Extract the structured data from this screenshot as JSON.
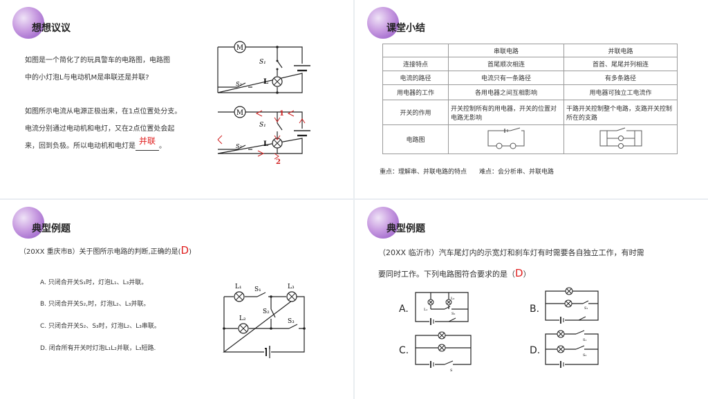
{
  "slide1": {
    "title": "想想议议",
    "para1_l1": "如图是一个简化了的玩具警车的电路图，电路图",
    "para1_l2": "中的小灯泡L与电动机M是串联还是并联?",
    "para2_l1": "如图所示电流从电源正极出来，在1点位置处分支。",
    "para2_l2": "电流分别通过电动机和电灯，又在2点位置处会起",
    "para2_l3_a": "来，回到负极。所以电动机和电灯是",
    "para2_answer": "并联",
    "para2_l3_b": "。",
    "fig_m": "M",
    "fig_s1": "S₁",
    "fig_s2": "S₂",
    "fig_l": "L",
    "fig_point1": "1",
    "fig_point2": "2"
  },
  "slide2": {
    "title": "课堂小结",
    "table": {
      "headers": [
        "",
        "串联电路",
        "并联电路"
      ],
      "rows": [
        [
          "连接特点",
          "首尾顺次相连",
          "首首、尾尾并列相连"
        ],
        [
          "电流的路径",
          "电流只有一条路径",
          "有多条路径"
        ],
        [
          "用电器的工作",
          "各用电器之间互相影响",
          "用电器可独立工电流作"
        ],
        [
          "开关的作用",
          "开关控制所有的用电器，开关的位置对电路无影响",
          "干路开关控制整个电路，支路开关控制所在的支路"
        ],
        [
          "电路图",
          "",
          ""
        ]
      ]
    },
    "note": "重点：理解串、并联电路的特点　　难点：会分析串、并联电路"
  },
  "slide3": {
    "title": "典型例题",
    "question": "（20XX 重庆市B）关于图所示电路的判断,正确的是(",
    "answer": "D",
    "question_end": ")",
    "options": [
      "A. 只闭合开关S₁时，灯泡L₁、L₃并联。",
      "B. 只闭合开关S₂,时，灯泡L₂、L₃并联。",
      "C. 只闭合开关S₂、S₃时，灯泡L₂、L₃串联。",
      "D. 闭合所有开关时灯泡L₁L₂并联，L₃短路."
    ],
    "fig_labels": [
      "L₁",
      "S₁",
      "L₃",
      "S₂",
      "L₂",
      "S₃"
    ]
  },
  "slide4": {
    "title": "典型例题",
    "q_l1": "（20XX 临沂市）汽车尾灯内的示宽灯和刹车灯有时需要各自独立工作，有时需",
    "q_l2": "要同时工作。下列电路图符合要求的是（",
    "answer": "D",
    "q_end": "）",
    "choice_labels": [
      "A.",
      "B.",
      "C.",
      "D."
    ],
    "fig_labels": [
      "L₁",
      "L₂",
      "S₁",
      "S₂",
      "S"
    ]
  },
  "colors": {
    "accent_purple": "#8c4fc2",
    "answer_red": "#e02020",
    "background": "#e9edf1"
  }
}
